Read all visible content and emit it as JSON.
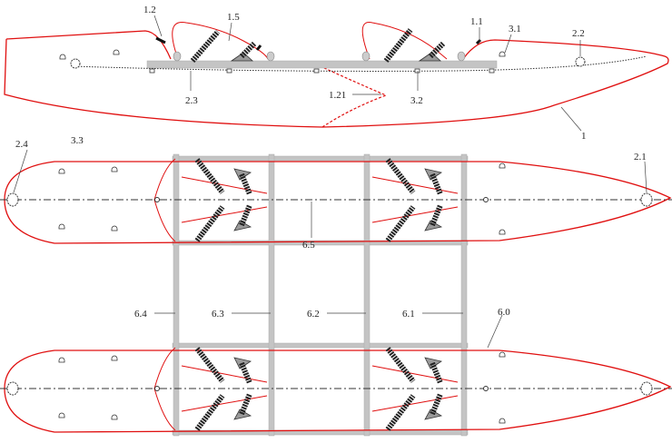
{
  "labels": {
    "l1_2": "1.2",
    "l1_5": "1.5",
    "l1_1": "1.1",
    "l3_1": "3.1",
    "l2_2": "2.2",
    "l2_3": "2.3",
    "l1_21": "1.21",
    "l3_2": "3.2",
    "l1": "1",
    "l2_4": "2.4",
    "l3_3": "3.3",
    "l2_1": "2.1",
    "l6_5": "6.5",
    "l6_4": "6.4",
    "l6_3": "6.3",
    "l6_2": "6.2",
    "l6_1": "6.1",
    "l6_0": "6.0"
  },
  "colors": {
    "hull": "#e01010",
    "frame": "#c4c4c4"
  }
}
